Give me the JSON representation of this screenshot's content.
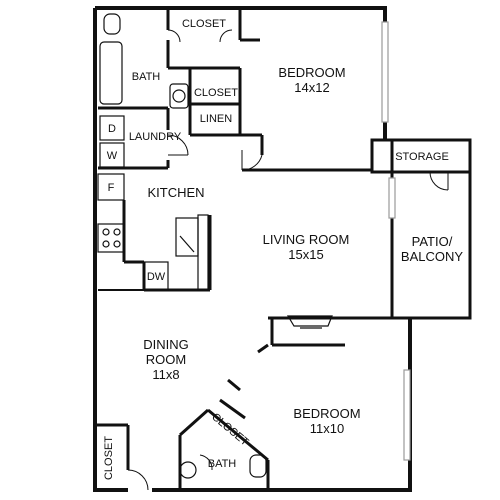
{
  "rooms": {
    "bedroom_top": {
      "name": "BEDROOM",
      "size": "14x12"
    },
    "living_room": {
      "name": "LIVING ROOM",
      "size": "15x15"
    },
    "dining_room": {
      "name_line1": "DINING",
      "name_line2": "ROOM",
      "size": "11x8"
    },
    "bedroom_bottom": {
      "name": "BEDROOM",
      "size": "11x10"
    },
    "kitchen": {
      "name": "KITCHEN"
    },
    "bath_top": {
      "name": "BATH"
    },
    "bath_bottom": {
      "name": "BATH"
    },
    "patio": {
      "name_line1": "PATIO/",
      "name_line2": "BALCONY"
    },
    "storage": {
      "name": "STORAGE"
    },
    "laundry": {
      "name": "LAUNDRY"
    }
  },
  "closets": {
    "top": "CLOSET",
    "mid": "CLOSET",
    "linen": "LINEN",
    "bottom_left": "CLOSET",
    "bottom_bath": "CLOSET"
  },
  "appliances": {
    "dryer": "D",
    "washer": "W",
    "fridge": "F",
    "dishwasher": "DW"
  },
  "colors": {
    "wall": "#111111",
    "window": "#9a9a9a",
    "background": "#ffffff"
  }
}
